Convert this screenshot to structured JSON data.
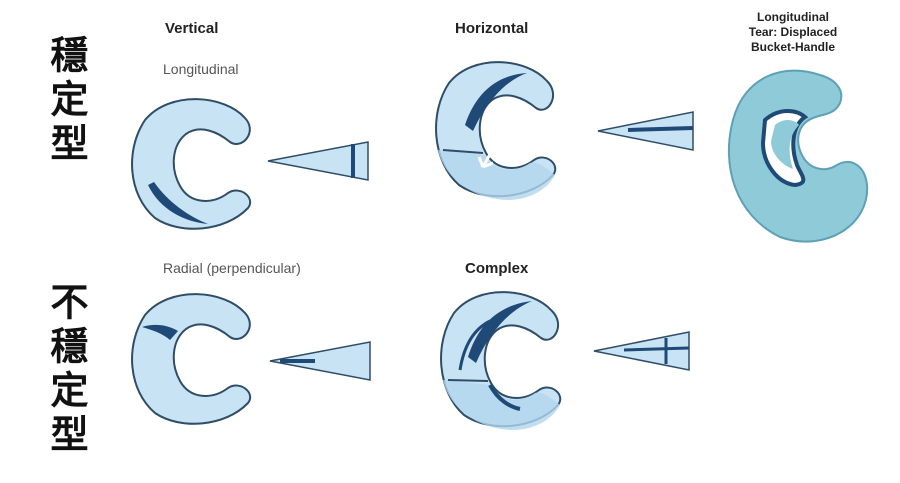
{
  "side_labels": {
    "stable": "穩定型",
    "unstable": "不穩定型"
  },
  "tears": {
    "vertical": {
      "title": "Vertical",
      "subtitle": "Longitudinal"
    },
    "horizontal": {
      "title": "Horizontal"
    },
    "bucket_handle": {
      "line1": "Longitudinal",
      "line2": "Tear: Displaced",
      "line3": "Bucket-Handle"
    },
    "radial": {
      "subtitle": "Radial (perpendicular)"
    },
    "complex": {
      "title": "Complex"
    }
  },
  "colors": {
    "meniscus_fill": "#c7e3f4",
    "meniscus_stroke": "#2f4d66",
    "tear": "#1f4a78",
    "bucket_fill": "#8fcad8"
  }
}
